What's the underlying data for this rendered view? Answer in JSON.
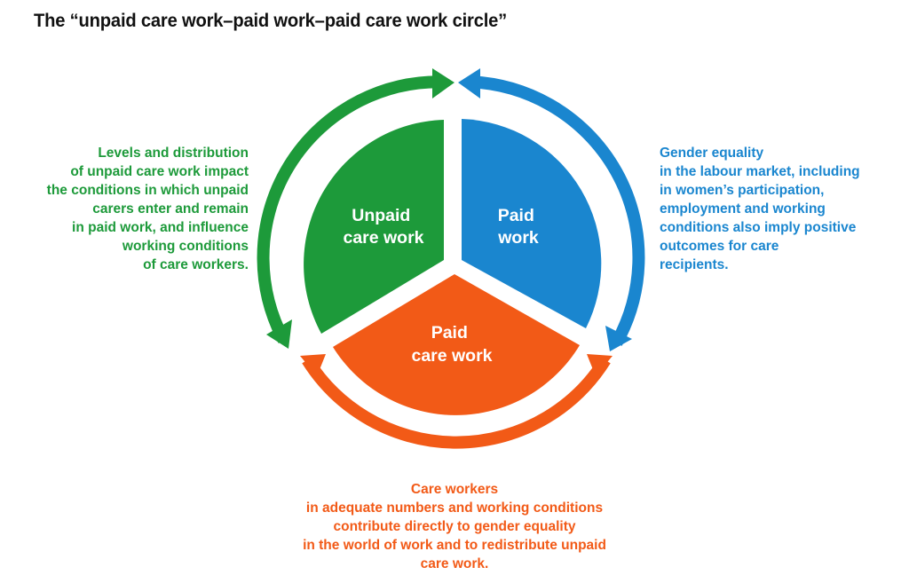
{
  "title": "The “unpaid care work–paid work–paid care work circle”",
  "colors": {
    "green": "#1d9a3a",
    "blue": "#1a86cf",
    "orange": "#f25a17"
  },
  "segments": {
    "unpaid_care_work": [
      "Unpaid",
      "care work"
    ],
    "paid_work": [
      "Paid",
      "work"
    ],
    "paid_care_work": [
      "Paid",
      "care work"
    ]
  },
  "notes": {
    "left": [
      "Levels and distribution",
      "of unpaid care work impact",
      "the conditions in which unpaid",
      "carers enter and remain",
      "in paid work, and influence",
      "working conditions",
      "of care workers."
    ],
    "right": [
      "Gender equality",
      "in the labour market, including",
      "in women’s participation,",
      "employment and working",
      "conditions also imply positive",
      "outcomes for care",
      "recipients."
    ],
    "bottom": [
      "Care workers",
      "in adequate numbers and working conditions",
      "contribute directly to gender equality",
      "in the world of work and to redistribute unpaid",
      "care work."
    ]
  }
}
